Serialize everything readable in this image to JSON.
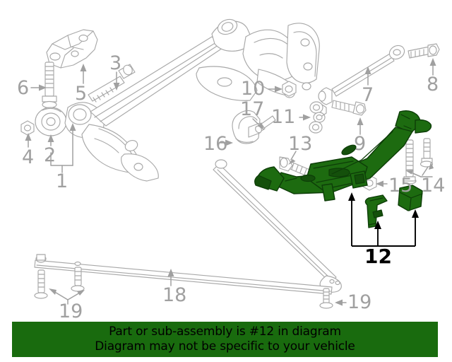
{
  "diagram": {
    "type": "exploded-parts-diagram",
    "subject": "rear axle / suspension assembly",
    "highlight_color": "#1d6b10",
    "highlight_outline": "#0d3d08",
    "line_color": "#a8a8a8",
    "focus_part_number": "12",
    "parts": [
      {
        "id": "1",
        "label": "1",
        "highlighted": false,
        "group": true,
        "desc": "trailing-arm bushing assembly group"
      },
      {
        "id": "2",
        "label": "2",
        "highlighted": false,
        "group": false,
        "desc": "bushing"
      },
      {
        "id": "3",
        "label": "3",
        "highlighted": false,
        "group": false,
        "desc": "long bolt"
      },
      {
        "id": "4",
        "label": "4",
        "highlighted": false,
        "group": false,
        "desc": "nut"
      },
      {
        "id": "5",
        "label": "5",
        "highlighted": false,
        "group": false,
        "desc": "mounting bracket"
      },
      {
        "id": "6",
        "label": "6",
        "highlighted": false,
        "group": false,
        "desc": "flange bolt"
      },
      {
        "id": "7",
        "label": "7",
        "highlighted": false,
        "group": false,
        "desc": "lateral link rod"
      },
      {
        "id": "8",
        "label": "8",
        "highlighted": false,
        "group": false,
        "desc": "bolt"
      },
      {
        "id": "9",
        "label": "9",
        "highlighted": false,
        "group": false,
        "desc": "bolt"
      },
      {
        "id": "10",
        "label": "10",
        "highlighted": false,
        "group": false,
        "desc": "nut"
      },
      {
        "id": "11",
        "label": "11",
        "highlighted": false,
        "group": false,
        "desc": "link bushing"
      },
      {
        "id": "12",
        "label": "12",
        "highlighted": true,
        "group": true,
        "desc": "rear axle beam sub-assembly (highlighted)"
      },
      {
        "id": "13",
        "label": "13",
        "highlighted": false,
        "group": false,
        "desc": "bolt"
      },
      {
        "id": "14",
        "label": "14",
        "highlighted": false,
        "group": true,
        "desc": "two bolts"
      },
      {
        "id": "15",
        "label": "15",
        "highlighted": false,
        "group": false,
        "desc": "nut"
      },
      {
        "id": "16",
        "label": "16",
        "highlighted": false,
        "group": false,
        "desc": "shield / cover"
      },
      {
        "id": "17",
        "label": "17",
        "highlighted": false,
        "group": false,
        "desc": "pin"
      },
      {
        "id": "18",
        "label": "18",
        "highlighted": false,
        "group": false,
        "desc": "stabilizer / tie bar"
      },
      {
        "id": "19",
        "label": "19",
        "highlighted": false,
        "group": true,
        "desc": "screws (left pair)"
      },
      {
        "id": "19b",
        "label": "19",
        "highlighted": false,
        "group": false,
        "desc": "screw (right)"
      }
    ]
  },
  "banner": {
    "background": "#196b0e",
    "text_color": "#000000",
    "line1": "Part or sub-assembly is #12 in diagram",
    "line2": "Diagram may not be specific to your vehicle"
  }
}
